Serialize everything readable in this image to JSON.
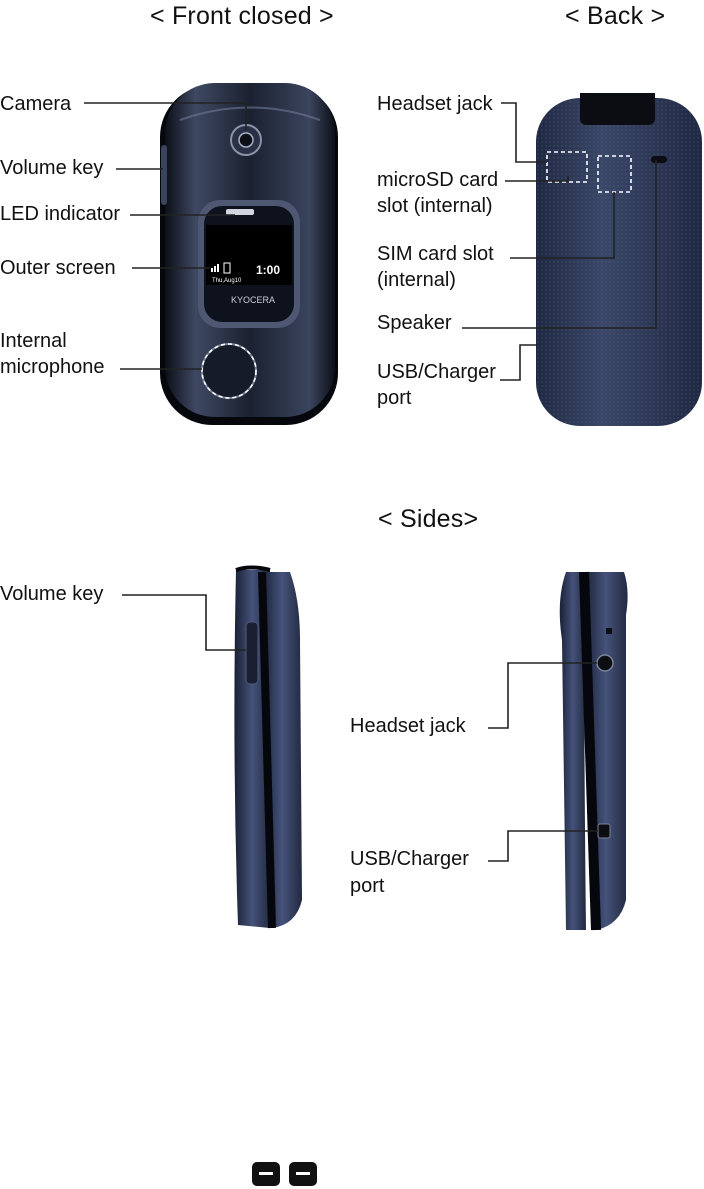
{
  "headers": {
    "front": "< Front closed >",
    "back": "< Back >",
    "sides": "< Sides>"
  },
  "front_labels": {
    "camera": "Camera",
    "volume_key": "Volume key",
    "led_indicator": "LED indicator",
    "outer_screen": "Outer screen",
    "internal_microphone_1": "Internal",
    "internal_microphone_2": "microphone"
  },
  "outer_screen_content": {
    "time": "1:00",
    "date": "Thu,Aug10",
    "brand": "KYOCERA"
  },
  "back_labels": {
    "headset_jack": "Headset jack",
    "microsd_1": "microSD card",
    "microsd_2": "slot (internal)",
    "sim_1": "SIM card slot",
    "sim_2": "(internal)",
    "speaker": "Speaker",
    "usb_1": "USB/Charger",
    "usb_2": "port"
  },
  "sides_labels": {
    "volume_key": "Volume key",
    "headset_jack": "Headset jack",
    "usb_1": "USB/Charger",
    "usb_2": "port"
  },
  "colors": {
    "phone_body": "#1c2233",
    "phone_highlight": "#4a5570",
    "back_cover": "#2f3a5a",
    "side_panel": "#3a4666",
    "leader_line": "#222222"
  }
}
